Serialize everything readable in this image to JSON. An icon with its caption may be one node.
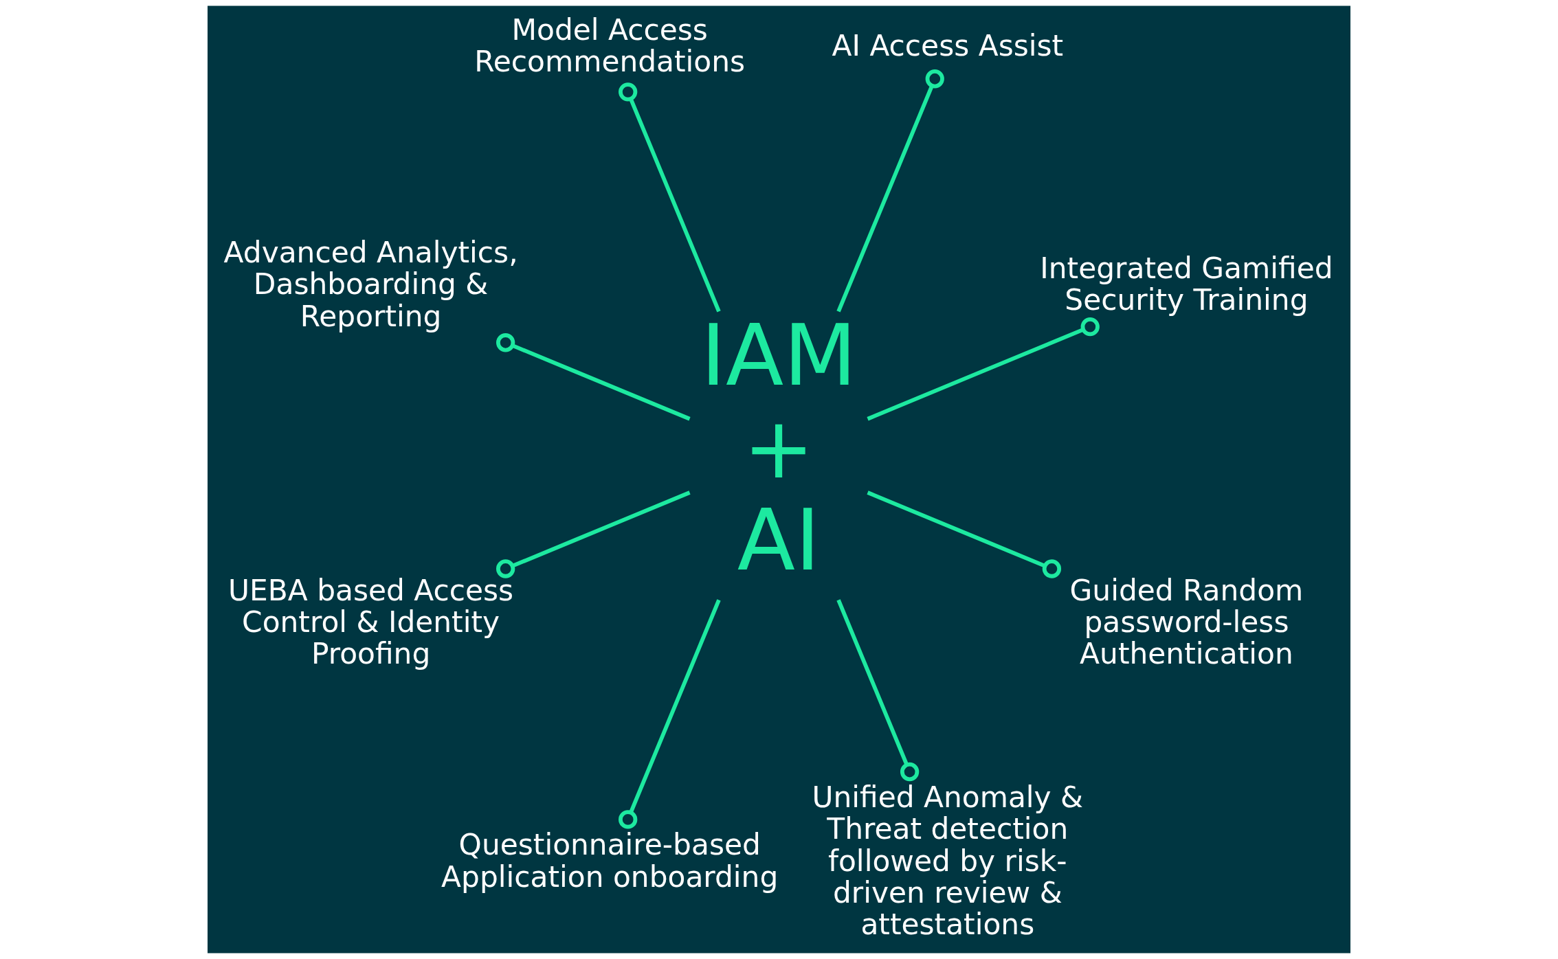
{
  "diagram": {
    "nodes": [
      {
        "text": [
          "IAM",
          "+",
          "AI"
        ]
      },
      {
        "text": [
          "Integrated Gamified Security Training"
        ]
      },
      {
        "text": [
          "AI Access Assist"
        ]
      },
      {
        "text": [
          "Model Access Recommendations"
        ]
      },
      {
        "text": [
          "Advanced Analytics, Dashboarding & Reporting"
        ]
      },
      {
        "text": [
          "UEBA based Access Control & Identity Proofing"
        ]
      },
      {
        "text": [
          "Questionnaire-based Application onboarding"
        ]
      },
      {
        "text": [
          "Unified Anomaly & Threat detection followed by risk-driven review & attestations"
        ]
      },
      {
        "text": [
          "Guided Random password-less Authentication"
        ]
      }
    ],
    "edges": [
      {
        "from": 0,
        "to": 1,
        "arrow": "other"
      },
      {
        "from": 0,
        "to": 2,
        "arrow": "other"
      },
      {
        "from": 0,
        "to": 3,
        "arrow": "other"
      },
      {
        "from": 0,
        "to": 4,
        "arrow": "other"
      },
      {
        "from": 0,
        "to": 5,
        "arrow": "other"
      },
      {
        "from": 0,
        "to": 6,
        "arrow": "other"
      },
      {
        "from": 0,
        "to": 7,
        "arrow": "other"
      },
      {
        "from": 0,
        "to": 8,
        "arrow": "other"
      }
    ]
  }
}
